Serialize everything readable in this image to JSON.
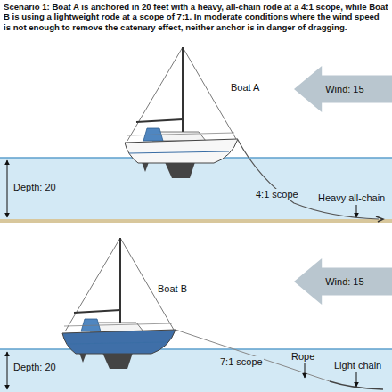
{
  "diagram": {
    "caption": "Scenario 1: Boat A is anchored in 20 feet with a heavy, all-chain rode at a 4:1 scope, while Boat B is using a lightweight rode at a scope of 7:1. In moderate conditions where the wind speed is not enough to remove the catenary effect, neither anchor is in danger of dragging.",
    "nodes": [
      {
        "text": [
          "Wind: 15"
        ]
      },
      {
        "text": [
          "Wind: 15"
        ]
      }
    ],
    "labels": [
      "Boat A",
      "Depth: 20",
      "4:1 scope",
      "Heavy all-chain",
      "Boat B",
      "Depth: 20",
      "7:1 scope",
      "Rope",
      "Light chain"
    ]
  }
}
